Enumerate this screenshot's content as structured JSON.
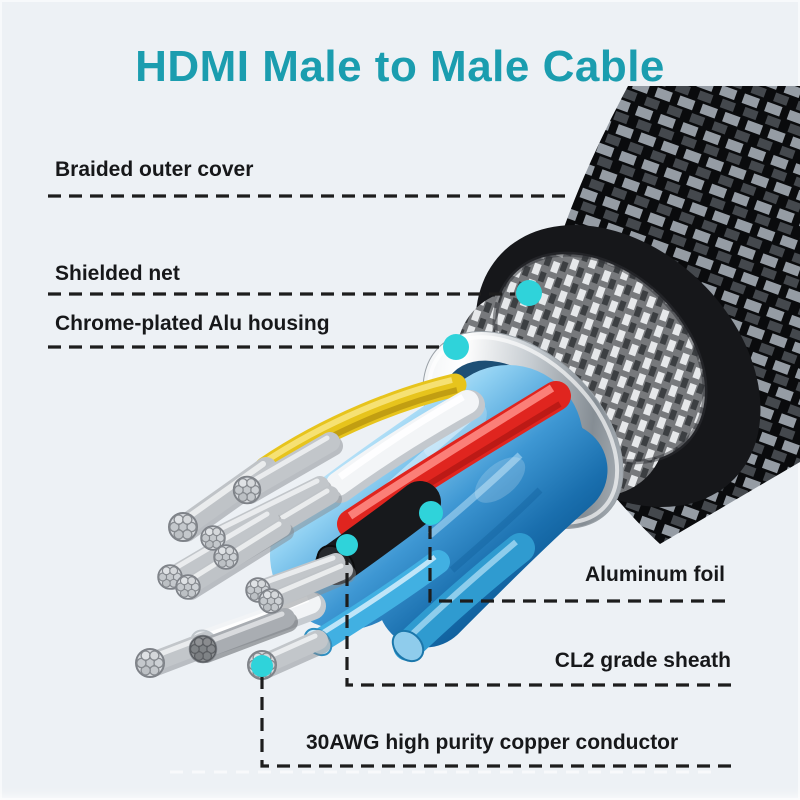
{
  "title": "HDMI Male to Male Cable",
  "colors": {
    "background": "#edf1f5",
    "title": "#1b9daf",
    "label": "#17181a",
    "leader": "#1d1d1d",
    "marker": "#2fd3da"
  },
  "callouts": [
    {
      "id": "braided-outer-cover",
      "text": "Braided outer cover"
    },
    {
      "id": "shielded-net",
      "text": "Shielded net"
    },
    {
      "id": "chrome-plated-alu-housing",
      "text": "Chrome-plated Alu housing"
    },
    {
      "id": "aluminum-foil",
      "text": "Aluminum foil"
    },
    {
      "id": "cl2-grade-sheath",
      "text": "CL2 grade sheath"
    },
    {
      "id": "30awg-copper-conductor",
      "text": "30AWG high purity copper conductor"
    }
  ],
  "illustration": {
    "subject": "HDMI cable cut-away cross-section",
    "parts": [
      {
        "name": "braided-outer-cover",
        "color": "#101114"
      },
      {
        "name": "shielded-net",
        "color": "#9aa0a6"
      },
      {
        "name": "chrome-plated-alu-housing",
        "color": "#d9dee2"
      },
      {
        "name": "aluminum-foil",
        "color": "#3e97d3"
      },
      {
        "name": "cl2-grade-sheath",
        "color": "#17191c"
      },
      {
        "name": "copper-conductor",
        "color": "#c2c6ca"
      },
      {
        "name": "red-wire",
        "color": "#e0251f"
      },
      {
        "name": "yellow-wire",
        "color": "#e7c41c"
      },
      {
        "name": "white-wire",
        "color": "#f3f5f7"
      },
      {
        "name": "blue-wire",
        "color": "#3aa7da"
      }
    ]
  }
}
